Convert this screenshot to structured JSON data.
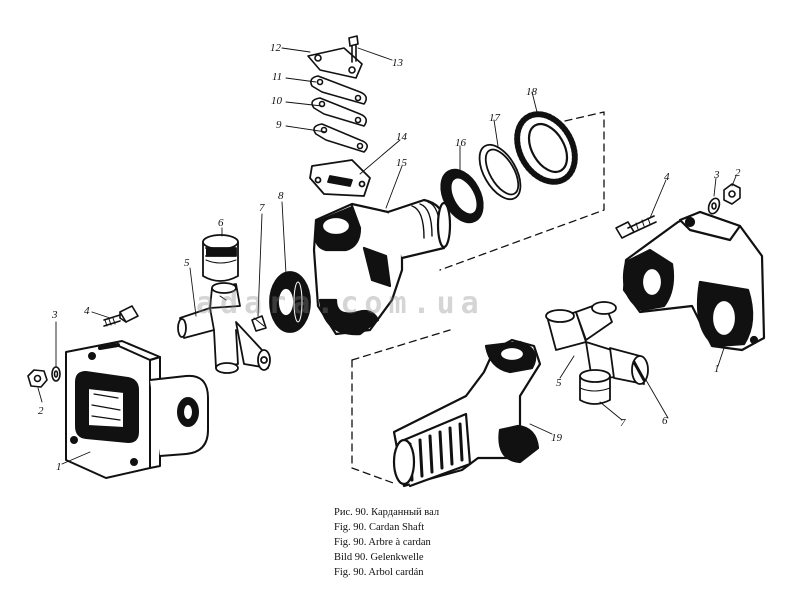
{
  "watermark": "adara.com.ua",
  "callouts": [
    "1",
    "2",
    "3",
    "4",
    "5",
    "6",
    "7",
    "8",
    "9",
    "10",
    "11",
    "12",
    "13",
    "14",
    "15",
    "16",
    "17",
    "18",
    "19",
    "1",
    "2",
    "3",
    "4",
    "5",
    "6",
    "7"
  ],
  "caption": [
    "Рис. 90. Карданный вал",
    "Fig. 90. Cardan Shaft",
    "Fig. 90. Arbre à cardan",
    "Bild 90. Gelenkwelle",
    "Fig. 90. Arbol cardán"
  ]
}
